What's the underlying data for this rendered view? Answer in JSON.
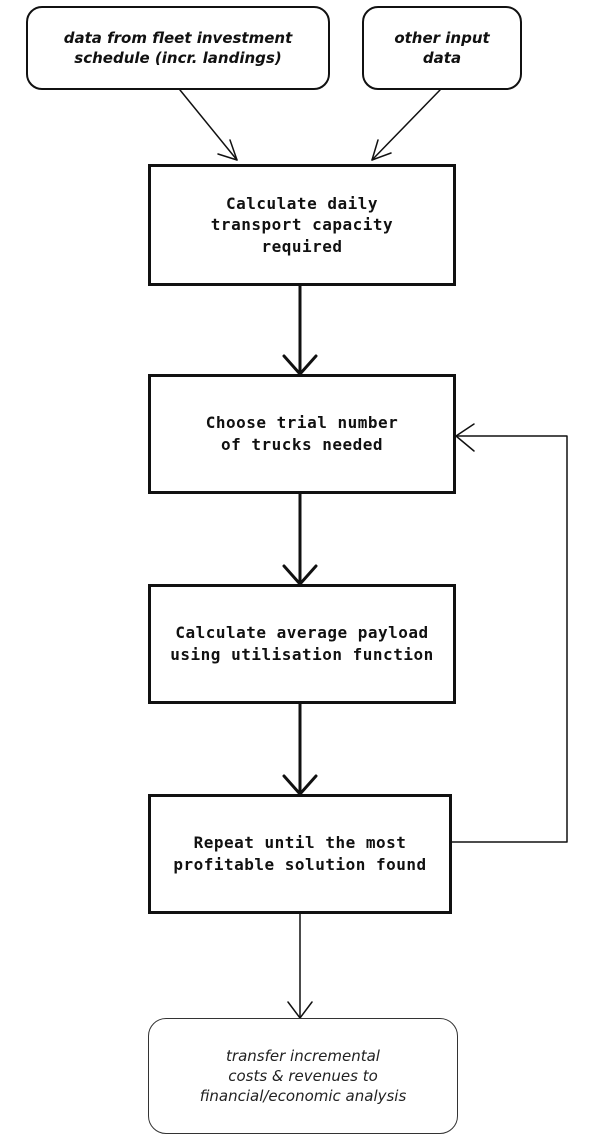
{
  "flowchart": {
    "inputs": [
      {
        "lines": [
          "data from fleet investment",
          "schedule (incr. landings)"
        ]
      },
      {
        "lines": [
          "other input",
          "data"
        ]
      }
    ],
    "steps": [
      {
        "lines": [
          "Calculate daily",
          "transport capacity",
          "required"
        ]
      },
      {
        "lines": [
          "Choose trial number",
          "of trucks needed"
        ]
      },
      {
        "lines": [
          "Calculate average payload",
          "using utilisation function"
        ]
      },
      {
        "lines": [
          "Repeat until the most",
          "profitable solution found"
        ]
      }
    ],
    "output": {
      "lines": [
        "transfer incremental",
        "costs & revenues to",
        "financial/economic analysis"
      ]
    }
  }
}
